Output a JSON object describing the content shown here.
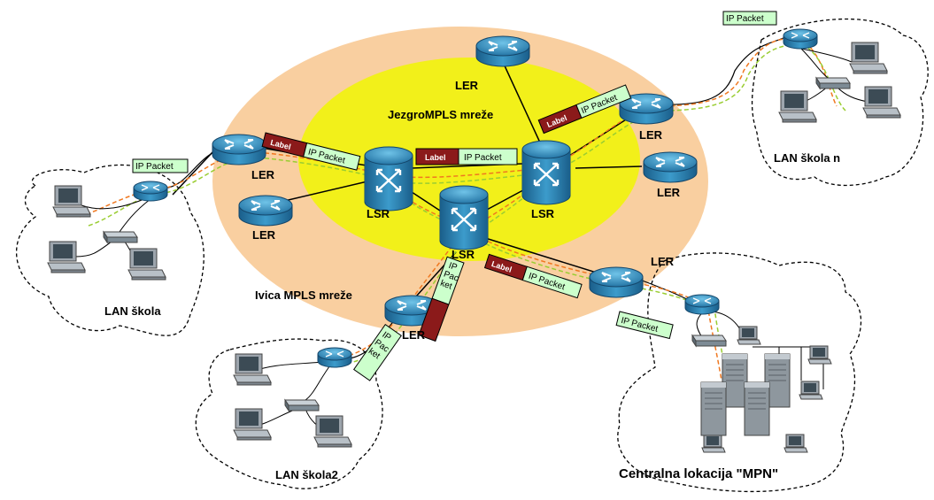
{
  "regions": {
    "core_title": "JezgroMPLS  mreže",
    "edge_title": "Ivica MPLS  mreže"
  },
  "node_labels": {
    "ler": "LER",
    "lsr": "LSR"
  },
  "sites": {
    "lan_skola": "LAN škola",
    "lan_skola_n": "LAN škola n",
    "lan_skola2": "LAN škola2",
    "central": "Centralna lokacija \"MPN\""
  },
  "packet": {
    "label": "Label",
    "ip_packet": "IP Packet",
    "vertical_lines": [
      "IP",
      "Pac",
      "ket"
    ]
  },
  "colors": {
    "outer_cloud": "#F9CFA0",
    "core_cloud": "#F2F01A",
    "label_box": "#8B1A1A",
    "ip_packet_box": "#CCFFCC",
    "device": "#2E84B4",
    "path_orange": "#F07820",
    "path_green": "#9ACD32"
  }
}
